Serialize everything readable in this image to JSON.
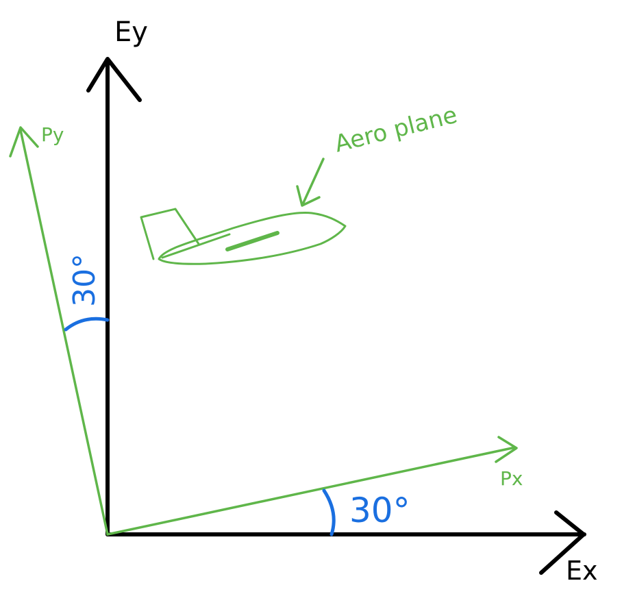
{
  "axes": {
    "earth_x": "Ex",
    "earth_y": "Ey",
    "plane_x": "Px",
    "plane_y": "Py"
  },
  "angles": {
    "x_angle": "30°",
    "y_angle": "30°"
  },
  "labels": {
    "aeroplane": "Aero plane"
  },
  "colors": {
    "earth_axes": "#000000",
    "plane_axes": "#5fb64a",
    "angle_marks": "#1a6fe0"
  }
}
